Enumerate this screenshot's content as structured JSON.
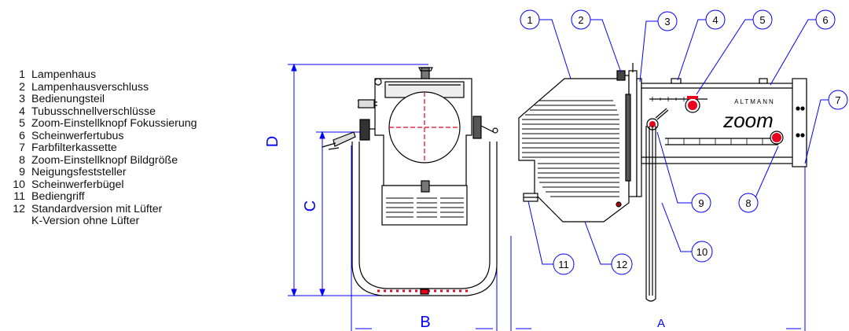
{
  "legend": {
    "items": [
      {
        "num": "1",
        "label": "Lampenhaus"
      },
      {
        "num": "2",
        "label": "Lampenhausverschluss"
      },
      {
        "num": "3",
        "label": "Bedienungsteil"
      },
      {
        "num": "4",
        "label": "Tubusschnellverschlüsse"
      },
      {
        "num": "5",
        "label": "Zoom-Einstellknopf Fokussierung"
      },
      {
        "num": "6",
        "label": "Scheinwerfertubus"
      },
      {
        "num": "7",
        "label": "Farbfilterkassette"
      },
      {
        "num": "8",
        "label": "Zoom-Einstellknopf Bildgröße"
      },
      {
        "num": "9",
        "label": "Neigungsfeststeller"
      },
      {
        "num": "10",
        "label": "Scheinwerferbügel"
      },
      {
        "num": "11",
        "label": "Bediengriff"
      },
      {
        "num": "12",
        "label": "Standardversion mit Lüfter"
      }
    ],
    "continuation": "K-Version ohne Lüfter"
  },
  "dimensions": {
    "A": "A",
    "B": "B",
    "C": "C",
    "D": "D"
  },
  "callouts": [
    "1",
    "2",
    "3",
    "4",
    "5",
    "6",
    "7",
    "8",
    "9",
    "10",
    "11",
    "12"
  ],
  "brand": {
    "name": "ALTMANN",
    "logo": "zoom"
  },
  "colors": {
    "line": "#0000ff",
    "drawing": "#000000",
    "accent": "#e8001c"
  }
}
